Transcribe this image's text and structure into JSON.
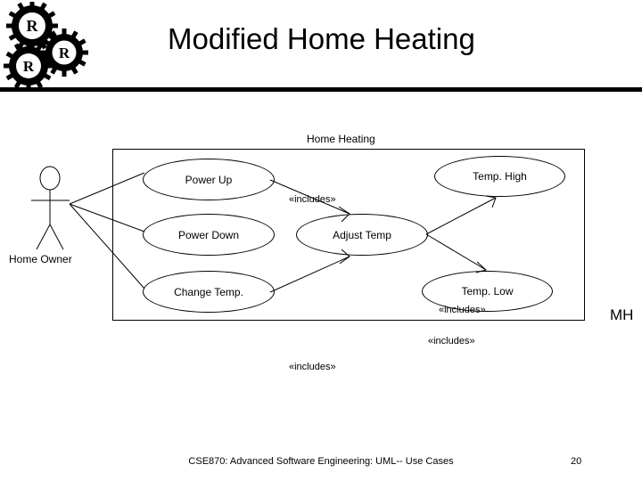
{
  "slide": {
    "title": "Modified Home Heating",
    "logo_letters": [
      "R",
      "R",
      "R"
    ],
    "corner_label": "MH"
  },
  "diagram": {
    "system_name": "Home Heating",
    "actor": {
      "name": "Home Owner",
      "icon": "stick-figure-actor"
    },
    "use_cases": [
      {
        "id": "power_up",
        "label": "Power Up"
      },
      {
        "id": "power_down",
        "label": "Power Down"
      },
      {
        "id": "change_temp",
        "label": "Change Temp."
      },
      {
        "id": "adjust_temp",
        "label": "Adjust Temp"
      },
      {
        "id": "temp_high",
        "label": "Temp. High"
      },
      {
        "id": "temp_low",
        "label": "Temp. Low"
      }
    ],
    "associations": [
      {
        "from": "Home Owner",
        "to": "Power Up"
      },
      {
        "from": "Home Owner",
        "to": "Power Down"
      },
      {
        "from": "Home Owner",
        "to": "Change Temp."
      }
    ],
    "includes": [
      {
        "from": "Power Up",
        "to": "Adjust Temp",
        "label": "«includes»"
      },
      {
        "from": "Change Temp.",
        "to": "Adjust Temp",
        "label": "«includes»"
      },
      {
        "from": "Adjust Temp",
        "to": "Temp. High",
        "label": "«includes»"
      },
      {
        "from": "Adjust Temp",
        "to": "Temp. Low",
        "label": "«includes»"
      }
    ]
  },
  "footer": {
    "text": "CSE870: Advanced Software Engineering: UML-- Use Cases",
    "page": "20"
  }
}
